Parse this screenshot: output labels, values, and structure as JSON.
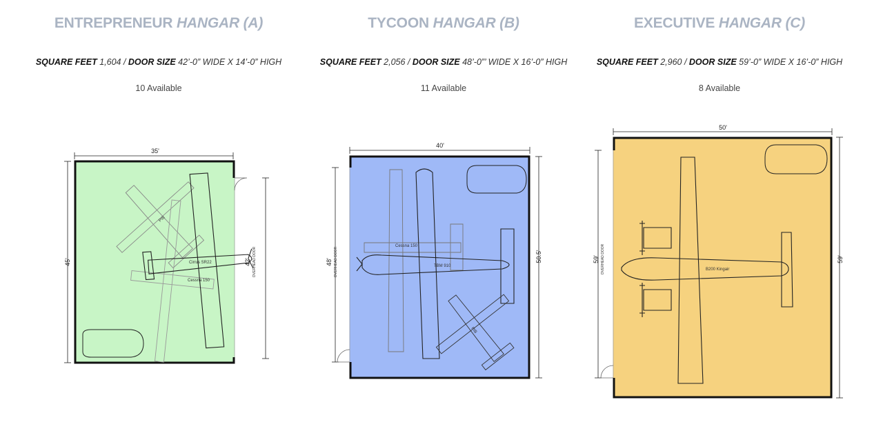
{
  "hangars": [
    {
      "title_main": "ENTREPRENEUR ",
      "title_suffix": "HANGAR (A)",
      "sqft_label": "SQUARE FEET",
      "sqft_value": " 1,604 / ",
      "door_label": "DOOR SIZE",
      "door_value": " 42’-0” WIDE X 14’-0” HIGH",
      "available": "10 Available",
      "floor_color": "#c8f5c6",
      "width_dim": "35'",
      "depth_dim": "45'",
      "door_dim": "42'",
      "door_caption": "OVERHEAD DOOR",
      "aircraft": [
        "Cirrus SR22",
        "Cessna 150",
        "PIB"
      ]
    },
    {
      "title_main": "TYCOON ",
      "title_suffix": "HANGAR (B)",
      "sqft_label": "SQUARE FEET",
      "sqft_value": " 2,056 / ",
      "door_label": "DOOR SIZE",
      "door_value": " 48’-0”’ WIDE X 16’-0”  HIGH",
      "available": "11 Available",
      "floor_color": "#9fb9f7",
      "width_dim": "40'",
      "depth_dim": "50.5'",
      "door_dim": "48'",
      "door_caption": "OVERHEAD DOOR",
      "aircraft": [
        "TBM 910",
        "Cessna 150",
        "PIB"
      ]
    },
    {
      "title_main": "EXECUTIVE ",
      "title_suffix": "HANGAR (C)",
      "sqft_label": "SQUARE FEET",
      "sqft_value": " 2,960 / ",
      "door_label": "DOOR SIZE",
      "door_value": " 59’-0” WIDE X 16’-0”  HIGH",
      "available": "8 Available",
      "floor_color": "#f6d27f",
      "width_dim": "50'",
      "depth_dim": "59'",
      "door_dim": "59'",
      "door_caption": "OVERHEAD DOOR",
      "aircraft": [
        "B200 Kingair"
      ]
    }
  ]
}
